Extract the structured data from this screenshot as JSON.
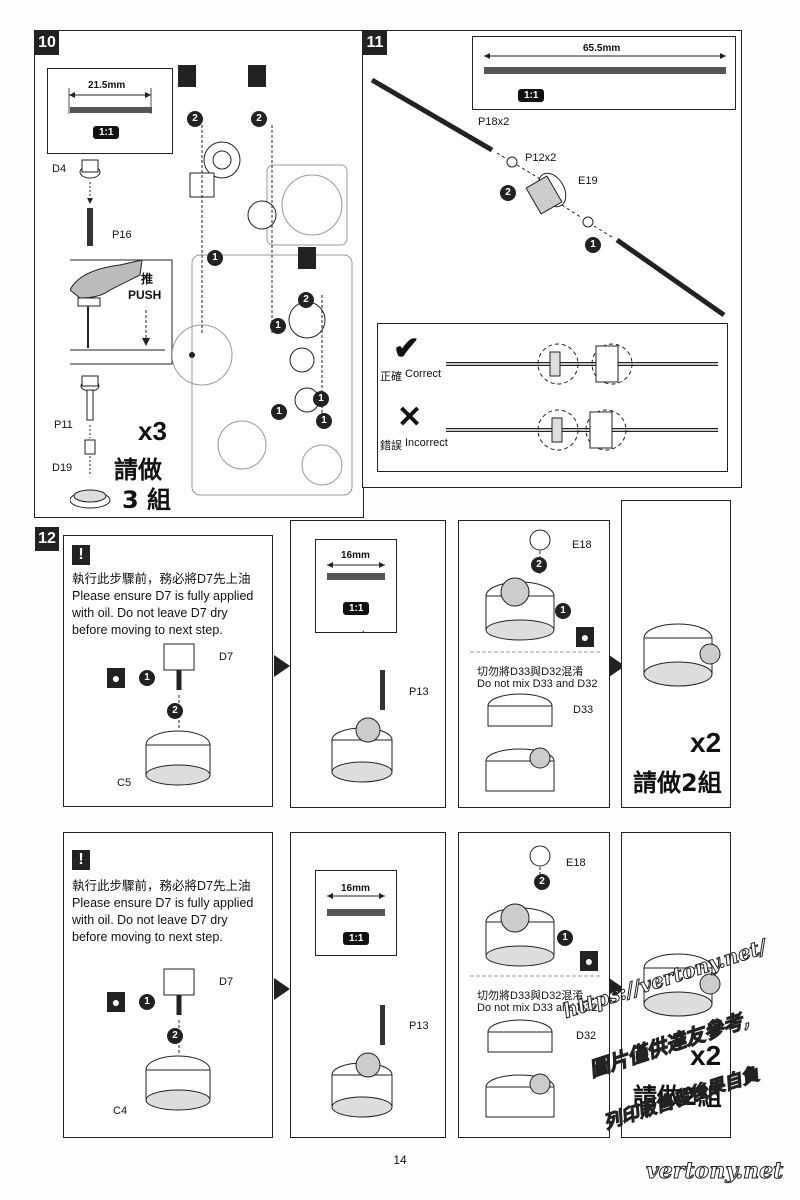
{
  "page_number": "14",
  "step10": {
    "number": "10",
    "measure": "21.5mm",
    "scale": "1:1",
    "parts": [
      "D4",
      "P16",
      "P11",
      "D19"
    ],
    "push_cn": "推",
    "push_en": "PUSH",
    "repeat_count": "x3",
    "repeat_cn_1": "請做",
    "repeat_cn_2": "3 組",
    "callouts": [
      "2",
      "2",
      "1",
      "1",
      "2",
      "1",
      "1",
      "1"
    ]
  },
  "step11": {
    "number": "11",
    "measure": "65.5mm",
    "scale": "1:1",
    "parts": [
      "P18x2",
      "P12x2",
      "E19"
    ],
    "callouts": [
      "2",
      "1"
    ],
    "correct_label_cn": "正確",
    "correct_label_en": "Correct",
    "incorrect_label_cn": "錯誤",
    "incorrect_label_en": "Incorrect"
  },
  "step12": {
    "number": "12",
    "rows": [
      {
        "warning_cn": "執行此步驟前，務必將D7先上油",
        "warning_en_1": "Please ensure D7 is fully applied",
        "warning_en_2": "with oil. Do not leave D7 dry",
        "warning_en_3": "before moving to next step.",
        "part_gear": "D7",
        "part_base": "C5",
        "measure": "16mm",
        "scale": "1:1",
        "part_pin": "P13",
        "part_top": "E18",
        "mix_cn": "切勿將D33與D32混淆",
        "mix_en": "Do not mix D33 and D32",
        "part_cover": "D33",
        "repeat_count": "x2",
        "repeat_cn": "請做2組"
      },
      {
        "warning_cn": "執行此步驟前，務必將D7先上油",
        "warning_en_1": "Please ensure D7 is fully applied",
        "warning_en_2": "with oil. Do not leave D7 dry",
        "warning_en_3": "before moving to next step.",
        "part_gear": "D7",
        "part_base": "C4",
        "measure": "16mm",
        "scale": "1:1",
        "part_pin": "P13",
        "part_top": "E18",
        "mix_cn": "切勿將D33與D32混淆",
        "mix_en": "Do not mix D33 and D32",
        "part_cover": "D32",
        "repeat_count": "x2",
        "repeat_cn": "請做2組"
      }
    ]
  },
  "watermark": {
    "url": "https://vertony.net/",
    "line1": "圖片僅供達友參考,",
    "line2": "列印販售者後果自負",
    "site": "vertony.net"
  }
}
